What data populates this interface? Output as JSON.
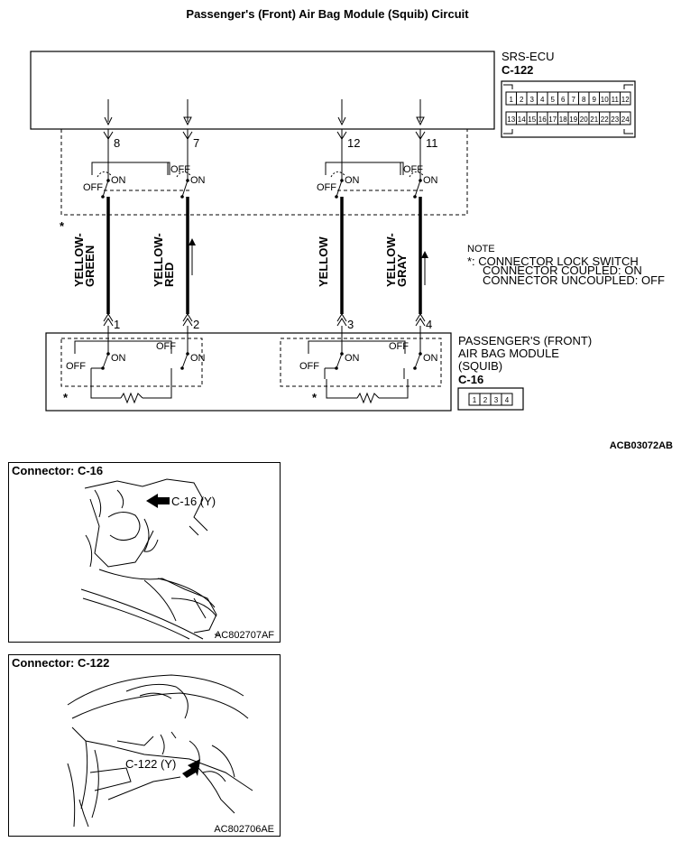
{
  "title": "Passenger's (Front) Air Bag Module (Squib) Circuit",
  "ecu": {
    "name": "SRS-ECU",
    "connector": "C-122",
    "pins_top": [
      "1",
      "2",
      "3",
      "4",
      "5",
      "6",
      "7",
      "8",
      "9",
      "10",
      "11",
      "12"
    ],
    "pins_bottom": [
      "13",
      "14",
      "15",
      "16",
      "17",
      "18",
      "19",
      "20",
      "21",
      "22",
      "23",
      "24"
    ]
  },
  "module": {
    "name_line1": "PASSENGER'S (FRONT)",
    "name_line2": "AIR BAG MODULE",
    "name_line3": "(SQUIB)",
    "connector": "C-16",
    "pins": [
      "1",
      "2",
      "3",
      "4"
    ]
  },
  "ecu_pins": [
    "8",
    "7",
    "12",
    "11"
  ],
  "module_pins": [
    "1",
    "2",
    "3",
    "4"
  ],
  "wires": [
    {
      "color1": "YELLOW-",
      "color2": "GREEN"
    },
    {
      "color1": "YELLOW-",
      "color2": "RED"
    },
    {
      "color1": "YELLOW",
      "color2": ""
    },
    {
      "color1": "YELLOW-",
      "color2": "GRAY"
    }
  ],
  "switch_labels": {
    "off": "OFF",
    "on": "ON"
  },
  "asterisk": "*",
  "note": {
    "heading": "NOTE",
    "line1": "*: CONNECTOR LOCK SWITCH",
    "line2": "CONNECTOR COUPLED: ON",
    "line3": "CONNECTOR UNCOUPLED: OFF"
  },
  "figure_code": "ACB03072AB",
  "panels": [
    {
      "title": "Connector: C-16",
      "callout": "C-16 (Y)",
      "code": "AC802707AF"
    },
    {
      "title": "Connector: C-122",
      "callout": "C-122 (Y)",
      "code": "AC802706AE"
    }
  ]
}
